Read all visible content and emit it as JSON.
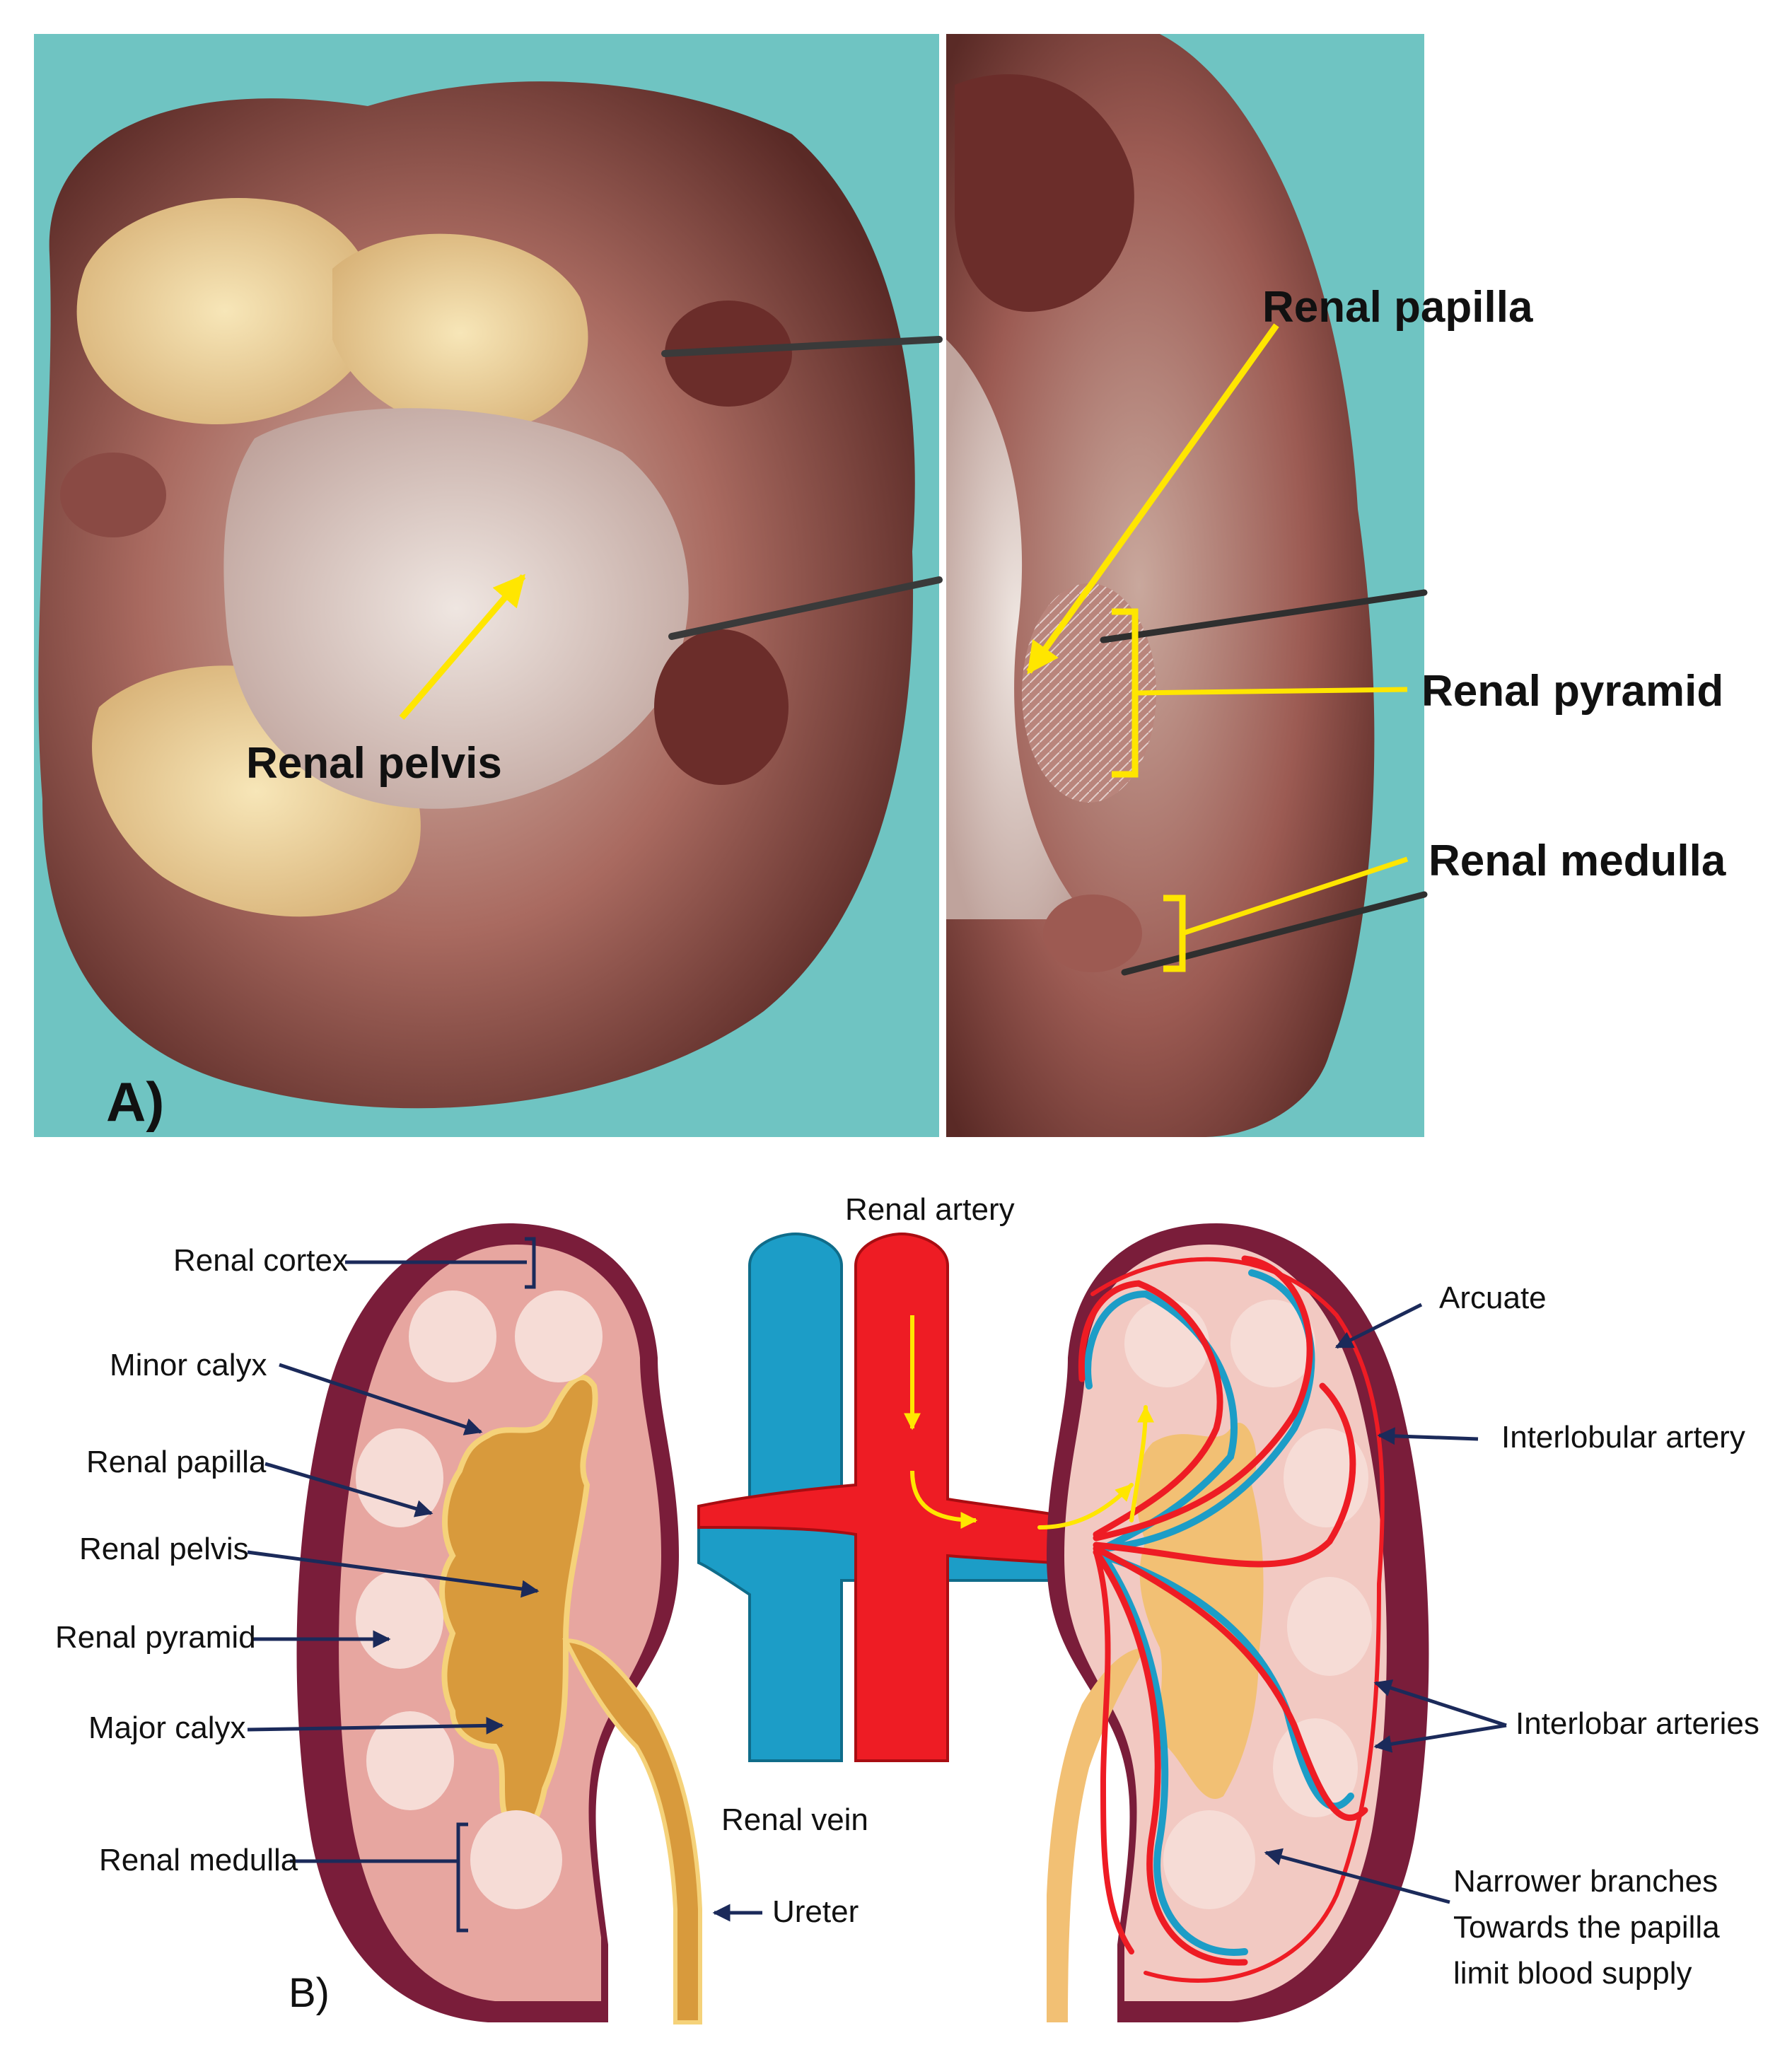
{
  "panel_a": {
    "panel_label": "A)",
    "labels": {
      "renal_pelvis": "Renal pelvis",
      "renal_papilla": "Renal papilla",
      "renal_pyramid": "Renal pyramid",
      "renal_medulla": "Renal medulla"
    }
  },
  "panel_b": {
    "panel_label": "B)",
    "left_labels": {
      "renal_cortex": "Renal cortex",
      "minor_calyx": "Minor calyx",
      "renal_papilla": "Renal papilla",
      "renal_pelvis": "Renal pelvis",
      "renal_pyramid": "Renal pyramid",
      "major_calyx": "Major calyx",
      "renal_medulla": "Renal medulla",
      "ureter": "Ureter"
    },
    "center_labels": {
      "renal_artery": "Renal artery",
      "renal_vein": "Renal vein"
    },
    "right_labels": {
      "arcuate": "Arcuate",
      "interlobular_artery": "Interlobular artery",
      "interlobar_arteries": "Interlobar arteries",
      "narrow_line1": "Narrower branches",
      "narrow_line2": "Towards the papilla",
      "narrow_line3": "limit blood supply"
    }
  },
  "colors": {
    "annotation_yellow": "#ffe600",
    "leader_navy": "#1b2a5a",
    "capsule": "#7a1d3a",
    "cortex": "#e7a6a0",
    "pelvis": "#d89a3c",
    "vein_blue": "#1c9dc7",
    "artery_red": "#ee1c24",
    "photo_bg": "#6fc4c2"
  }
}
